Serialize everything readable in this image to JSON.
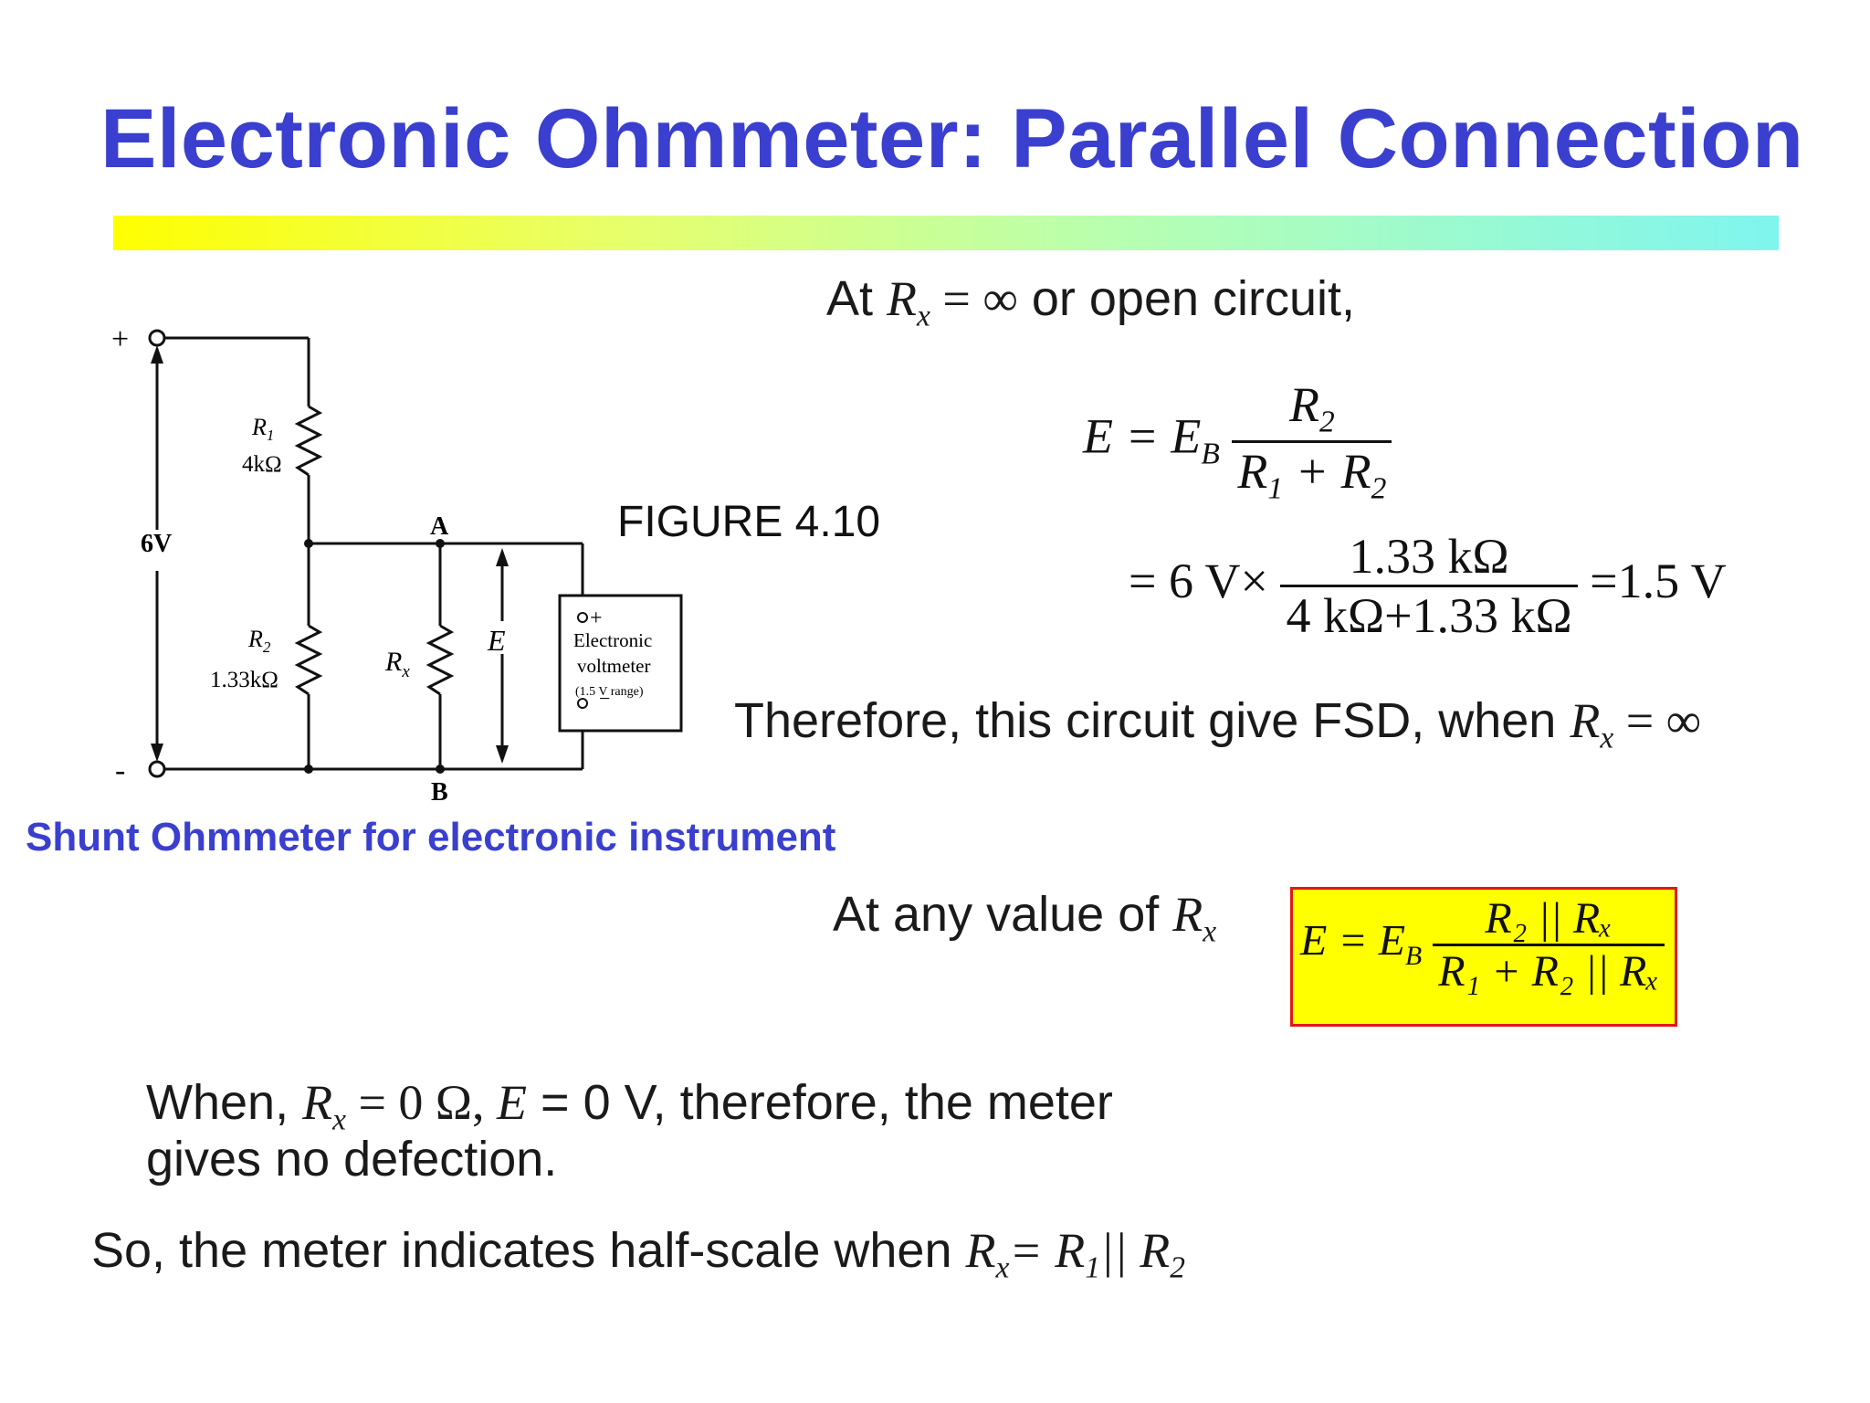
{
  "slide": {
    "title": "Electronic Ohmmeter: Parallel Connection",
    "figure_label": "FIGURE 4.10",
    "caption": "Shunt Ohmmeter for electronic instrument"
  },
  "circuit": {
    "plus": "+",
    "minus": "-",
    "source": "6V",
    "r1_name": "R",
    "r1_sub": "1",
    "r1_value": "4kΩ",
    "r2_name": "R",
    "r2_sub": "2",
    "r2_value": "1.33kΩ",
    "rx_name": "R",
    "rx_sub": "x",
    "node_a": "A",
    "node_b": "B",
    "e_label": "E",
    "voltmeter_plus": "+",
    "voltmeter_minus": "−",
    "voltmeter_line1": "Electronic",
    "voltmeter_line2": "voltmeter",
    "voltmeter_line3": "(1.5 V range)"
  },
  "text": {
    "open_at": "At",
    "open_rx": "R",
    "open_rx_sub": "x",
    "open_eq": " = ∞",
    "open_rest": " or open circuit,",
    "eq1_lhs": "E = E",
    "eq1_lhs_sub": "B",
    "eq1_num": "R",
    "eq1_num_sub": "2",
    "eq1_den_a": "R",
    "eq1_den_a_sub": "1",
    "eq1_den_plus": " + ",
    "eq1_den_b": "R",
    "eq1_den_b_sub": "2",
    "eq2_lhs": "= 6 V×",
    "eq2_num": "1.33 kΩ",
    "eq2_den": "4 kΩ+1.33 kΩ",
    "eq2_rhs": "=1.5 V",
    "fsd_text": "Therefore, this circuit give FSD, when ",
    "fsd_rx": "R",
    "fsd_rx_sub": "x",
    "fsd_eq": "  = ∞",
    "any_text": "At any value of ",
    "any_rx": "R",
    "any_rx_sub": "x",
    "box_lhs": "E = E",
    "box_lhs_sub": "B",
    "box_num": "R₂ || Rₓ",
    "box_den": "R₁ + R₂ || Rₓ",
    "when_a": "When, ",
    "when_rx": "R",
    "when_rx_sub": "x",
    "when_b": "  = 0 Ω, ",
    "when_e": "E",
    "when_c": " = 0 V, therefore, the meter",
    "when_line2": "gives no defection.",
    "so_text": "So, the meter indicates half-scale when ",
    "so_rx": "R",
    "so_rx_sub": "x",
    "so_eq": "= R",
    "so_r1_sub": "1",
    "so_par": "|| R",
    "so_r2_sub": "2"
  },
  "colors": {
    "title": "#3a3fcf",
    "highlight_box": "#ffff00",
    "highlight_border": "#e01818"
  }
}
